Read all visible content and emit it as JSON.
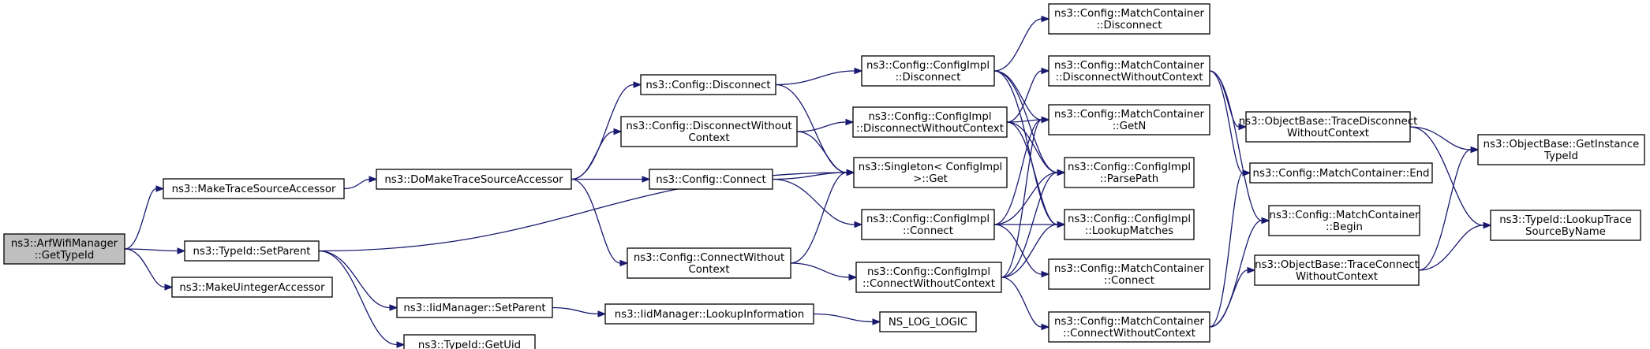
{
  "graph": {
    "nodes": [
      {
        "id": "getTypeId",
        "lines": [
          "ns3::ArfWifiManager",
          "::GetTypeId"
        ],
        "root": true
      },
      {
        "id": "makeTraceSourceAccessor",
        "lines": [
          "ns3::MakeTraceSourceAccessor"
        ]
      },
      {
        "id": "setParent",
        "lines": [
          "ns3::TypeId::SetParent"
        ]
      },
      {
        "id": "makeUintegerAccessor",
        "lines": [
          "ns3::MakeUintegerAccessor"
        ]
      },
      {
        "id": "doMakeTraceSourceAccessor",
        "lines": [
          "ns3::DoMakeTraceSourceAccessor"
        ]
      },
      {
        "id": "getUid",
        "lines": [
          "ns3::TypeId::GetUid"
        ]
      },
      {
        "id": "iidSetParent",
        "lines": [
          "ns3::IidManager::SetParent"
        ]
      },
      {
        "id": "cfgDisconnect",
        "lines": [
          "ns3::Config::Disconnect"
        ]
      },
      {
        "id": "cfgDisconnectWithout",
        "lines": [
          "ns3::Config::DisconnectWithout",
          "Context"
        ]
      },
      {
        "id": "cfgConnect",
        "lines": [
          "ns3::Config::Connect"
        ]
      },
      {
        "id": "cfgConnectWithout",
        "lines": [
          "ns3::Config::ConnectWithout",
          "Context"
        ]
      },
      {
        "id": "lookupInformation",
        "lines": [
          "ns3::IidManager::LookupInformation"
        ]
      },
      {
        "id": "implDisconnect",
        "lines": [
          "ns3::Config::ConfigImpl",
          "::Disconnect"
        ]
      },
      {
        "id": "implDisconnectWithout",
        "lines": [
          "ns3::Config::ConfigImpl",
          "::DisconnectWithoutContext"
        ]
      },
      {
        "id": "singletonGet",
        "lines": [
          "ns3::Singleton< ConfigImpl",
          " >::Get"
        ]
      },
      {
        "id": "implConnect",
        "lines": [
          "ns3::Config::ConfigImpl",
          "::Connect"
        ]
      },
      {
        "id": "implConnectWithout",
        "lines": [
          "ns3::Config::ConfigImpl",
          "::ConnectWithoutContext"
        ]
      },
      {
        "id": "nsLogLogic",
        "lines": [
          "NS_LOG_LOGIC"
        ]
      },
      {
        "id": "mcDisconnect",
        "lines": [
          "ns3::Config::MatchContainer",
          "::Disconnect"
        ]
      },
      {
        "id": "mcDisconnectWithout",
        "lines": [
          "ns3::Config::MatchContainer",
          "::DisconnectWithoutContext"
        ]
      },
      {
        "id": "mcGetN",
        "lines": [
          "ns3::Config::MatchContainer",
          "::GetN"
        ]
      },
      {
        "id": "implParsePath",
        "lines": [
          "ns3::Config::ConfigImpl",
          "::ParsePath"
        ]
      },
      {
        "id": "implLookupMatches",
        "lines": [
          "ns3::Config::ConfigImpl",
          "::LookupMatches"
        ]
      },
      {
        "id": "mcConnect",
        "lines": [
          "ns3::Config::MatchContainer",
          "::Connect"
        ]
      },
      {
        "id": "mcConnectWithout",
        "lines": [
          "ns3::Config::MatchContainer",
          "::ConnectWithoutContext"
        ]
      },
      {
        "id": "obTraceDisconnectWithout",
        "lines": [
          "ns3::ObjectBase::TraceDisconnect",
          "WithoutContext"
        ]
      },
      {
        "id": "mcEnd",
        "lines": [
          "ns3::Config::MatchContainer::End"
        ]
      },
      {
        "id": "mcBegin",
        "lines": [
          "ns3::Config::MatchContainer",
          "::Begin"
        ]
      },
      {
        "id": "obTraceConnectWithout",
        "lines": [
          "ns3::ObjectBase::TraceConnect",
          "WithoutContext"
        ]
      },
      {
        "id": "obGetInstanceTypeId",
        "lines": [
          "ns3::ObjectBase::GetInstance",
          "TypeId"
        ]
      },
      {
        "id": "lookupTraceSourceByName",
        "lines": [
          "ns3::TypeId::LookupTrace",
          "SourceByName"
        ]
      }
    ],
    "edges": [
      [
        "getTypeId",
        "makeTraceSourceAccessor"
      ],
      [
        "getTypeId",
        "setParent"
      ],
      [
        "getTypeId",
        "makeUintegerAccessor"
      ],
      [
        "makeTraceSourceAccessor",
        "doMakeTraceSourceAccessor"
      ],
      [
        "setParent",
        "singletonGet"
      ],
      [
        "setParent",
        "getUid"
      ],
      [
        "setParent",
        "iidSetParent"
      ],
      [
        "doMakeTraceSourceAccessor",
        "cfgDisconnect"
      ],
      [
        "doMakeTraceSourceAccessor",
        "cfgDisconnectWithout"
      ],
      [
        "doMakeTraceSourceAccessor",
        "cfgConnect"
      ],
      [
        "doMakeTraceSourceAccessor",
        "cfgConnectWithout"
      ],
      [
        "iidSetParent",
        "lookupInformation"
      ],
      [
        "cfgDisconnect",
        "implDisconnect"
      ],
      [
        "cfgDisconnect",
        "singletonGet"
      ],
      [
        "cfgDisconnectWithout",
        "implDisconnectWithout"
      ],
      [
        "cfgDisconnectWithout",
        "singletonGet"
      ],
      [
        "cfgConnect",
        "singletonGet"
      ],
      [
        "cfgConnect",
        "implConnect"
      ],
      [
        "cfgConnectWithout",
        "singletonGet"
      ],
      [
        "cfgConnectWithout",
        "implConnectWithout"
      ],
      [
        "lookupInformation",
        "nsLogLogic"
      ],
      [
        "implDisconnect",
        "mcDisconnect"
      ],
      [
        "implDisconnect",
        "mcGetN"
      ],
      [
        "implDisconnect",
        "implParsePath"
      ],
      [
        "implDisconnect",
        "implLookupMatches"
      ],
      [
        "implDisconnectWithout",
        "mcDisconnectWithout"
      ],
      [
        "implDisconnectWithout",
        "mcGetN"
      ],
      [
        "implDisconnectWithout",
        "implParsePath"
      ],
      [
        "implDisconnectWithout",
        "implLookupMatches"
      ],
      [
        "implConnect",
        "mcGetN"
      ],
      [
        "implConnect",
        "implParsePath"
      ],
      [
        "implConnect",
        "implLookupMatches"
      ],
      [
        "implConnect",
        "mcConnect"
      ],
      [
        "implConnectWithout",
        "mcGetN"
      ],
      [
        "implConnectWithout",
        "implParsePath"
      ],
      [
        "implConnectWithout",
        "implLookupMatches"
      ],
      [
        "implConnectWithout",
        "mcConnectWithout"
      ],
      [
        "mcDisconnectWithout",
        "obTraceDisconnectWithout"
      ],
      [
        "mcDisconnectWithout",
        "mcEnd"
      ],
      [
        "mcDisconnectWithout",
        "mcBegin"
      ],
      [
        "mcConnectWithout",
        "mcEnd"
      ],
      [
        "mcConnectWithout",
        "mcBegin"
      ],
      [
        "mcConnectWithout",
        "obTraceConnectWithout"
      ],
      [
        "obTraceDisconnectWithout",
        "obGetInstanceTypeId"
      ],
      [
        "obTraceDisconnectWithout",
        "lookupTraceSourceByName"
      ],
      [
        "obTraceConnectWithout",
        "obGetInstanceTypeId"
      ],
      [
        "obTraceConnectWithout",
        "lookupTraceSourceByName"
      ]
    ]
  }
}
